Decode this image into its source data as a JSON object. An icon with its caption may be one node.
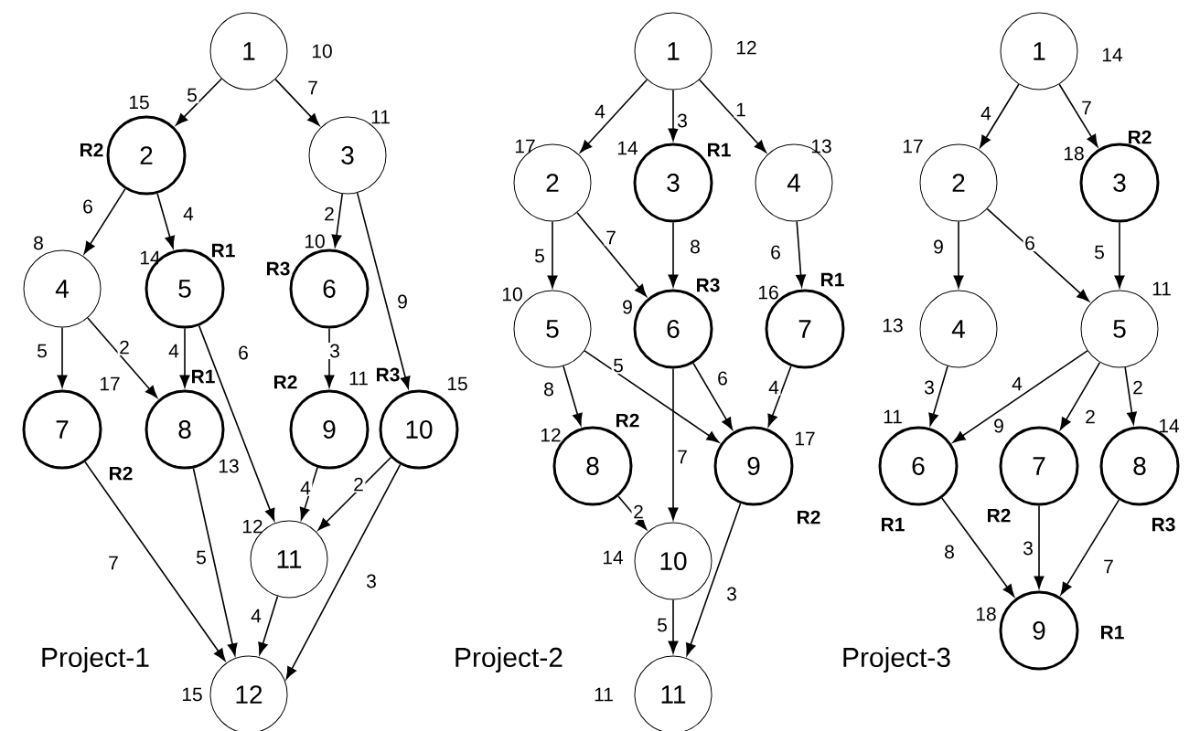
{
  "diagram": {
    "nodes": [
      {
        "text": [
          "1"
        ],
        "beside": [
          "10"
        ]
      },
      {
        "text": [
          "2"
        ],
        "beside": [
          "15",
          "R2"
        ]
      },
      {
        "text": [
          "3"
        ],
        "beside": [
          "11"
        ]
      },
      {
        "text": [
          "4"
        ],
        "beside": [
          "8"
        ]
      },
      {
        "text": [
          "5"
        ],
        "beside": [
          "14",
          "R1"
        ]
      },
      {
        "text": [
          "6"
        ],
        "beside": [
          "10",
          "R3"
        ]
      },
      {
        "text": [
          "7"
        ],
        "beside": [
          "17",
          "R2"
        ]
      },
      {
        "text": [
          "8"
        ],
        "beside": [
          "13",
          "R1"
        ]
      },
      {
        "text": [
          "9"
        ],
        "beside": [
          "11",
          "R2"
        ]
      },
      {
        "text": [
          "10"
        ],
        "beside": [
          "15",
          "R3"
        ]
      },
      {
        "text": [
          "11"
        ],
        "beside": [
          "12"
        ]
      },
      {
        "text": [
          "12"
        ],
        "beside": [
          "15"
        ]
      },
      {
        "text": [
          "1"
        ],
        "beside": [
          "12"
        ]
      },
      {
        "text": [
          "2"
        ],
        "beside": [
          "17"
        ]
      },
      {
        "text": [
          "3"
        ],
        "beside": [
          "14",
          "R1"
        ]
      },
      {
        "text": [
          "4"
        ],
        "beside": [
          "13"
        ]
      },
      {
        "text": [
          "5"
        ],
        "beside": [
          "10"
        ]
      },
      {
        "text": [
          "6"
        ],
        "beside": [
          "9",
          "R3"
        ]
      },
      {
        "text": [
          "7"
        ],
        "beside": [
          "16",
          "R1"
        ]
      },
      {
        "text": [
          "8"
        ],
        "beside": [
          "12",
          "R2"
        ]
      },
      {
        "text": [
          "9"
        ],
        "beside": [
          "17",
          "R2"
        ]
      },
      {
        "text": [
          "10"
        ],
        "beside": [
          "14"
        ]
      },
      {
        "text": [
          "11"
        ],
        "beside": [
          "11"
        ]
      },
      {
        "text": [
          "1"
        ],
        "beside": [
          "14"
        ]
      },
      {
        "text": [
          "2"
        ],
        "beside": [
          "17"
        ]
      },
      {
        "text": [
          "3"
        ],
        "beside": [
          "18",
          "R2"
        ]
      },
      {
        "text": [
          "4"
        ],
        "beside": [
          "13"
        ]
      },
      {
        "text": [
          "5"
        ],
        "beside": [
          "11"
        ]
      },
      {
        "text": [
          "6"
        ],
        "beside": [
          "11",
          "R1"
        ]
      },
      {
        "text": [
          "7"
        ],
        "beside": [
          "9",
          "R2"
        ]
      },
      {
        "text": [
          "8"
        ],
        "beside": [
          "14",
          "R3"
        ]
      },
      {
        "text": [
          "9"
        ],
        "beside": [
          "18",
          "R1"
        ]
      }
    ],
    "edges": [
      {
        "from": 0,
        "to": 1,
        "arrow": "to",
        "label": "5"
      },
      {
        "from": 0,
        "to": 2,
        "arrow": "to",
        "label": "7"
      },
      {
        "from": 1,
        "to": 3,
        "arrow": "to",
        "label": "6"
      },
      {
        "from": 1,
        "to": 4,
        "arrow": "to",
        "label": "4"
      },
      {
        "from": 2,
        "to": 5,
        "arrow": "to",
        "label": "2"
      },
      {
        "from": 2,
        "to": 9,
        "arrow": "to",
        "label": "9"
      },
      {
        "from": 3,
        "to": 6,
        "arrow": "to",
        "label": "5"
      },
      {
        "from": 3,
        "to": 7,
        "arrow": "to",
        "label": "2"
      },
      {
        "from": 4,
        "to": 7,
        "arrow": "to",
        "label": "4"
      },
      {
        "from": 4,
        "to": 10,
        "arrow": "to",
        "label": "6"
      },
      {
        "from": 5,
        "to": 8,
        "arrow": "to",
        "label": "3"
      },
      {
        "from": 6,
        "to": 11,
        "arrow": "to",
        "label": "7"
      },
      {
        "from": 7,
        "to": 11,
        "arrow": "to",
        "label": "5"
      },
      {
        "from": 8,
        "to": 10,
        "arrow": "to",
        "label": "4"
      },
      {
        "from": 9,
        "to": 10,
        "arrow": "to",
        "label": "2"
      },
      {
        "from": 9,
        "to": 11,
        "arrow": "to",
        "label": "3"
      },
      {
        "from": 10,
        "to": 11,
        "arrow": "to",
        "label": "4"
      },
      {
        "from": 12,
        "to": 13,
        "arrow": "to",
        "label": "4"
      },
      {
        "from": 12,
        "to": 14,
        "arrow": "to",
        "label": "3"
      },
      {
        "from": 12,
        "to": 15,
        "arrow": "to",
        "label": "1"
      },
      {
        "from": 13,
        "to": 16,
        "arrow": "to",
        "label": "5"
      },
      {
        "from": 13,
        "to": 17,
        "arrow": "to",
        "label": "7"
      },
      {
        "from": 14,
        "to": 17,
        "arrow": "to",
        "label": "8"
      },
      {
        "from": 15,
        "to": 18,
        "arrow": "to",
        "label": "6"
      },
      {
        "from": 16,
        "to": 19,
        "arrow": "to",
        "label": "8"
      },
      {
        "from": 16,
        "to": 20,
        "arrow": "to",
        "label": "5"
      },
      {
        "from": 17,
        "to": 21,
        "arrow": "to",
        "label": "7"
      },
      {
        "from": 17,
        "to": 20,
        "arrow": "to",
        "label": "6"
      },
      {
        "from": 18,
        "to": 20,
        "arrow": "to",
        "label": "4"
      },
      {
        "from": 19,
        "to": 21,
        "arrow": "to",
        "label": "2"
      },
      {
        "from": 20,
        "to": 22,
        "arrow": "to",
        "label": "3"
      },
      {
        "from": 21,
        "to": 22,
        "arrow": "to",
        "label": "5"
      },
      {
        "from": 23,
        "to": 24,
        "arrow": "to",
        "label": "4"
      },
      {
        "from": 23,
        "to": 25,
        "arrow": "to",
        "label": "7"
      },
      {
        "from": 24,
        "to": 26,
        "arrow": "to",
        "label": "9"
      },
      {
        "from": 24,
        "to": 27,
        "arrow": "to",
        "label": "6"
      },
      {
        "from": 25,
        "to": 27,
        "arrow": "to",
        "label": "5"
      },
      {
        "from": 26,
        "to": 28,
        "arrow": "to",
        "label": "3"
      },
      {
        "from": 27,
        "to": 28,
        "arrow": "to",
        "label": "4"
      },
      {
        "from": 27,
        "to": 29,
        "arrow": "to",
        "label": "2"
      },
      {
        "from": 27,
        "to": 30,
        "arrow": "to",
        "label": "2"
      },
      {
        "from": 28,
        "to": 31,
        "arrow": "to",
        "label": "8"
      },
      {
        "from": 29,
        "to": 31,
        "arrow": "to",
        "label": "3"
      },
      {
        "from": 30,
        "to": 31,
        "arrow": "to",
        "label": "7"
      }
    ],
    "labels": [
      "Project-1",
      "Project-2",
      "Project-3"
    ]
  }
}
